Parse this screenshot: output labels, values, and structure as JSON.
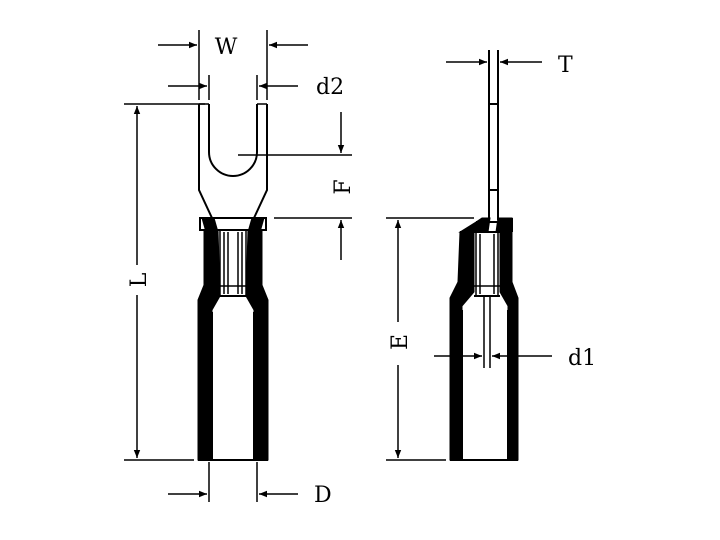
{
  "labels": {
    "W": "W",
    "d2": "d2",
    "L": "L",
    "F": "F",
    "D": "D",
    "T": "T",
    "E": "E",
    "d1": "d1"
  },
  "colors": {
    "line": "#000000",
    "background": "#ffffff"
  }
}
